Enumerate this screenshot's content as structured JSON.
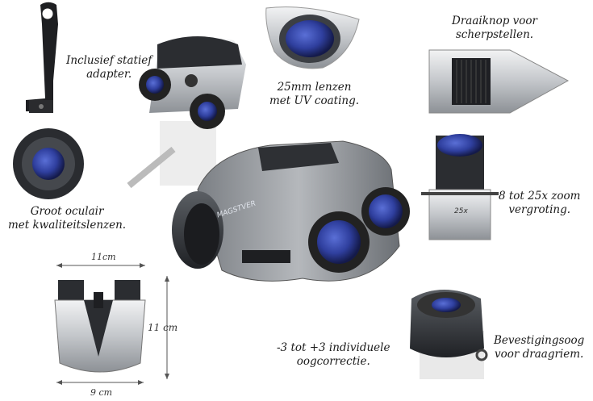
{
  "captions": {
    "tripod_adapter": [
      "Inclusief statief",
      "adapter."
    ],
    "lenses": [
      "25mm lenzen",
      "met UV coating."
    ],
    "focus_knob": [
      "Draaiknop voor",
      "scherpstellen."
    ],
    "eyepiece": [
      "Groot oculair",
      "met kwaliteitslenzen."
    ],
    "zoom": [
      "8 tot 25x zoom",
      "vergroting."
    ],
    "diopter": [
      "-3 tot +3 individuele",
      "oogcorrectie."
    ],
    "strap_eyelet": [
      "Bevestigingsoog",
      "voor draagriem."
    ]
  },
  "dimensions": {
    "width_top": "11cm",
    "height": "11  cm",
    "width_bottom": "9 cm"
  },
  "brand": "MAGSTVER",
  "zoom_mark": "25x",
  "colors": {
    "lens_blue": "#2f3f9e",
    "body_silver": "#c8cbcf",
    "body_dark": "#2c2f33"
  }
}
